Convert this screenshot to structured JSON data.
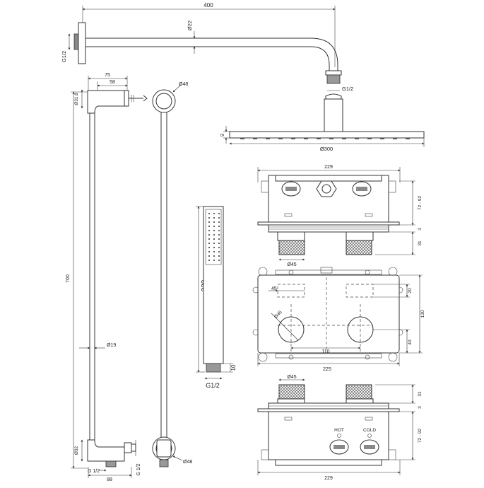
{
  "shower_arm": {
    "length": "400",
    "tube_dia": "Ø22",
    "wall_thread": "G1/2",
    "head_thread": "G1/2",
    "head_height": "9",
    "head_dia": "Ø300"
  },
  "riser_rail": {
    "top_width": "75",
    "bracket_width": "58",
    "top_dia": "Ø31.8",
    "bracket_dia": "Ø48",
    "length": "700",
    "rail_dia": "Ø19",
    "bottom_dia": "Ø32",
    "inlet_thread": "G 1/2",
    "outlet_thread": "G 1/2",
    "bottom_width": "88",
    "elbow_dia": "Ø48"
  },
  "hand_shower": {
    "length": "220",
    "connector": "10",
    "thread": "G1/2"
  },
  "valve_top_view": {
    "width": "229",
    "depth_range": "72 - 92",
    "knob_depth": "31",
    "cover_gap": "3",
    "knob_dia": "Ø45"
  },
  "valve_front_view": {
    "plate_width": "225",
    "plate_height": "130",
    "cutout_width": "45",
    "cutout_height": "20",
    "knob_dia": "Ø45",
    "knob_spacing": "110",
    "knob_offset": "40"
  },
  "valve_bottom_view": {
    "knob_dia": "Ø45",
    "knob_depth": "31",
    "cover_gap": "3",
    "depth_range": "72 - 92",
    "hot_label": "HOT",
    "cold_label": "COLD",
    "width": "229"
  }
}
